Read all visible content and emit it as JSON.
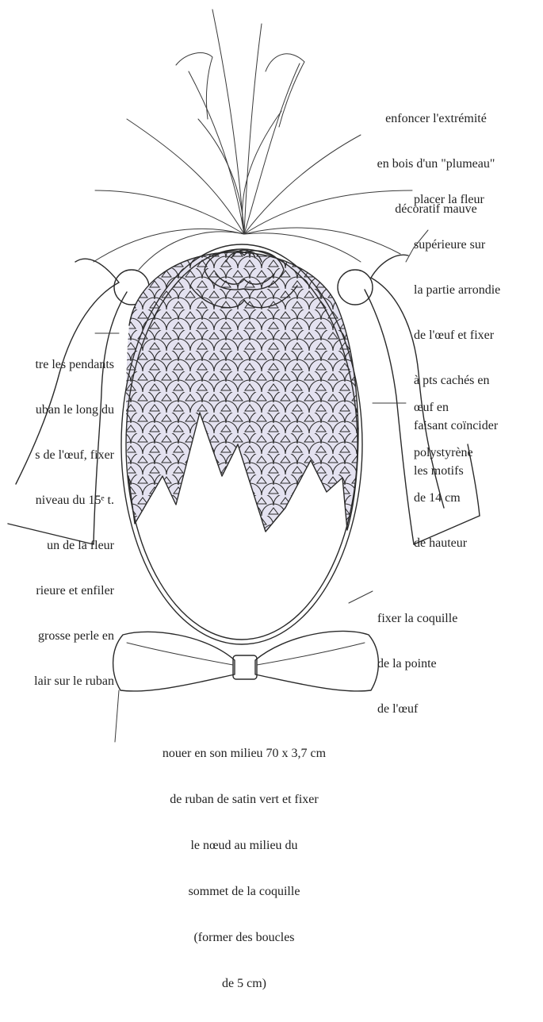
{
  "annotations": {
    "plumeau": {
      "lines": [
        "enfoncer l'extrémité",
        "en bois d'un \"plumeau\"",
        "décoratif mauve"
      ]
    },
    "fleur_superieure": {
      "lines": [
        "placer la fleur",
        "supérieure sur",
        "la partie arrondie",
        "de l'œuf et fixer",
        "à pts cachés en",
        "faisant coïncider",
        "les motifs"
      ]
    },
    "pendants": {
      "lines": [
        "tre les pendants",
        "uban le long du",
        "s de l'œuf, fixer",
        "niveau du 15ᵉ t.",
        "un de la fleur",
        "rieure et enfiler",
        "grosse perle en",
        "lair sur le ruban"
      ]
    },
    "oeuf": {
      "lines": [
        "œuf en",
        "polystyrène",
        "de 14 cm",
        "de hauteur"
      ]
    },
    "coquille": {
      "lines": [
        "fixer la coquille",
        "de la pointe",
        "de l'œuf"
      ]
    },
    "noeud": {
      "lines": [
        "nouer en son milieu 70 x 3,7 cm",
        "de ruban de satin vert et fixer",
        "le nœud au milieu du",
        "sommet de la coquille",
        "(former des boucles",
        "de 5 cm)"
      ]
    }
  },
  "colors": {
    "ink": "#2a2a2a",
    "shell_tint": "#e4e2f0",
    "background": "#ffffff"
  }
}
